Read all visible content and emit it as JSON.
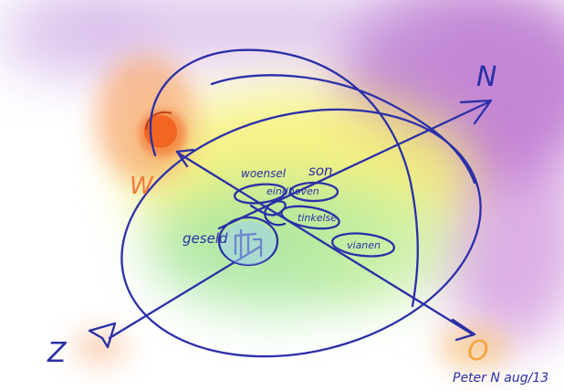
{
  "directions": {
    "north": "N",
    "west": "W",
    "south": "Z",
    "east": "O"
  },
  "center_labels": {
    "top_left": "woensel",
    "top_right": "son",
    "upper_middle": "eindhoven",
    "middle_right": "tinkelse",
    "lower_right": "vianen",
    "left": "geseld"
  },
  "signature": "Peter N aug/13",
  "colors": {
    "ink": "#2a2fa8",
    "sun_orange": "#f26522",
    "wash_purple": "#b060c8",
    "wash_yellow": "#f4f070",
    "wash_green": "#a8e6a0",
    "wash_blue": "#a0d0f0",
    "east_ink": "#f5a640"
  }
}
